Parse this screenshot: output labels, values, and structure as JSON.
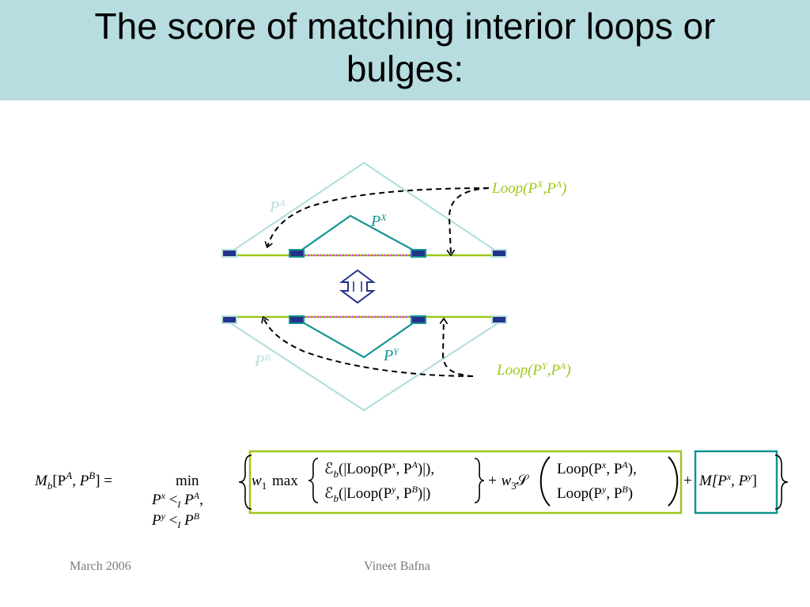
{
  "slide": {
    "title_line1": "The score of matching interior loops or",
    "title_line2": "bulges:"
  },
  "diagram": {
    "label_pa": "P",
    "label_pa_sup": "A",
    "label_px": "P",
    "label_px_sup": "X",
    "label_pb": "P",
    "label_pb_sup": "B",
    "label_py": "P",
    "label_py_sup": "Y",
    "loop_top_prefix": "Loop(P",
    "loop_top_sup1": "X",
    "loop_top_mid": ",P",
    "loop_top_sup2": "A",
    "loop_top_suffix": ")",
    "loop_bot_prefix": "Loop(P",
    "loop_bot_sup1": "Y",
    "loop_bot_mid": ",P",
    "loop_bot_sup2": "A",
    "loop_bot_suffix": ")"
  },
  "formula": {
    "lhs": "M",
    "lhs_sub": "b",
    "lhs_args_open": "[P",
    "lhs_sup_a": "A",
    "lhs_comma": ", P",
    "lhs_sup_b": "B",
    "lhs_close": "] =",
    "min_label": "min",
    "cond1": "P",
    "cond1_sup": "x",
    "cond1_rel": " <",
    "cond1_sub": "I",
    "cond1_rhs": " P",
    "cond1_rhs_sup": "A",
    "cond1_end": ",",
    "cond2": "P",
    "cond2_sup": "y",
    "cond2_rel": " <",
    "cond2_sub": "I",
    "cond2_rhs": " P",
    "cond2_rhs_sup": "B",
    "w1": "w",
    "w1_sub": "1",
    "max_label": "max",
    "e1_pre": "ℰ",
    "e1_sub": "b",
    "e1_body": "(|Loop(P",
    "e1_sup1": "x",
    "e1_mid": ", P",
    "e1_sup2": "A",
    "e1_end": ")|),",
    "e2_pre": "ℰ",
    "e2_sub": "b",
    "e2_body": "(|Loop(P",
    "e2_sup1": "y",
    "e2_mid": ", P",
    "e2_sup2": "B",
    "e2_end": ")|)",
    "plus_w3": "+ w",
    "w3_sub": "3",
    "s_label": "𝒮",
    "s1_body": "Loop(P",
    "s1_sup1": "x",
    "s1_mid": ", P",
    "s1_sup2": "A",
    "s1_end": "),",
    "s2_body": "Loop(P",
    "s2_sup1": "y",
    "s2_mid": ", P",
    "s2_sup2": "B",
    "s2_end": ")",
    "plus": "+",
    "m_body": "M[P",
    "m_sup1": "x",
    "m_mid": ", P",
    "m_sup2": "y",
    "m_end": "]"
  },
  "footer": {
    "date": "March 2006",
    "author": "Vineet Bafna"
  },
  "colors": {
    "title_bg": "#b7dde0",
    "light_blue": "#b7dde0",
    "teal": "#12958f",
    "lime": "#9cc81a",
    "magenta": "#e040e0",
    "navy": "#24338a"
  }
}
